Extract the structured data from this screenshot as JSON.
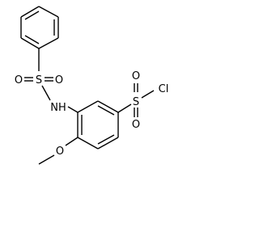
{
  "diagram": {
    "labels": {
      "s_sulfonamide": "S",
      "o_sulfonamide_left": "O",
      "o_sulfonamide_right": "O",
      "nh": "NH",
      "s_sulfonyl": "S",
      "o_sulfonyl_top": "O",
      "o_sulfonyl_bottom": "O",
      "cl": "Cl",
      "o_methoxy": "O"
    }
  }
}
